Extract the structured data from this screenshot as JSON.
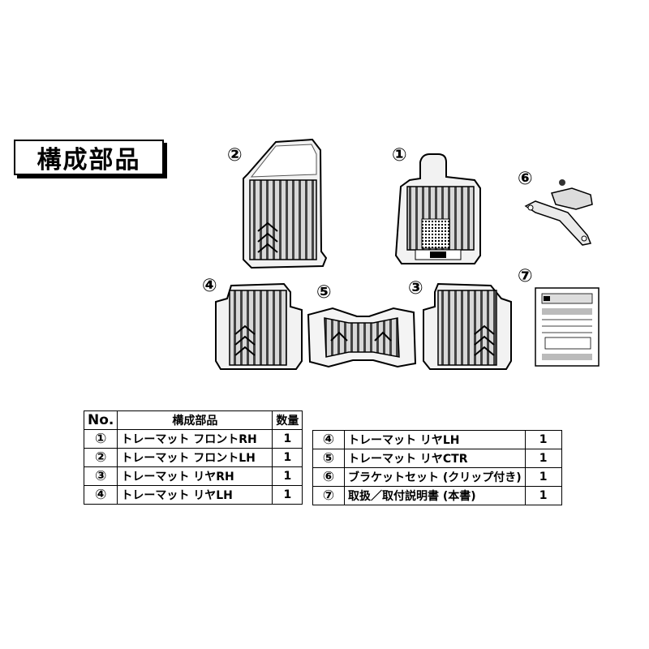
{
  "title": "構成部品",
  "part_markers": {
    "p1": "①",
    "p2": "②",
    "p3": "③",
    "p4": "④",
    "p5": "⑤",
    "p6": "⑥",
    "p7": "⑦"
  },
  "table": {
    "headers": {
      "no": "No.",
      "name": "構成部品",
      "qty": "数量"
    },
    "left_rows": [
      {
        "no": "①",
        "name": "トレーマット フロントRH",
        "qty": "1"
      },
      {
        "no": "②",
        "name": "トレーマット フロントLH",
        "qty": "1"
      },
      {
        "no": "③",
        "name": "トレーマット リヤRH",
        "qty": "1"
      },
      {
        "no": "④",
        "name": "トレーマット リヤLH",
        "qty": "1"
      }
    ],
    "right_rows": [
      {
        "no": "④",
        "name": "トレーマット リヤLH",
        "qty": "1"
      },
      {
        "no": "⑤",
        "name": "トレーマット リヤCTR",
        "qty": "1"
      },
      {
        "no": "⑥",
        "name": "ブラケットセット (クリップ付き)",
        "qty": "1"
      },
      {
        "no": "⑦",
        "name": "取扱／取付説明書 (本書)",
        "qty": "1"
      }
    ]
  }
}
